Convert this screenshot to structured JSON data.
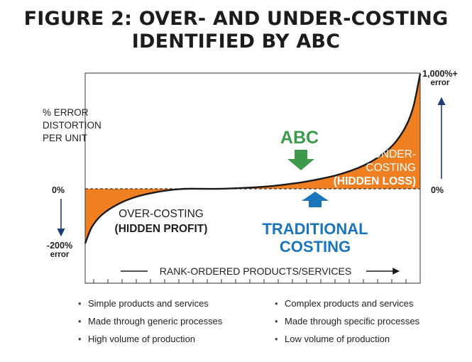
{
  "title_line1": "FIGURE 2: OVER- AND UNDER-COSTING",
  "title_line2": "IDENTIFIED BY ABC",
  "y_label": [
    "% ERROR",
    "DISTORTION",
    "PER UNIT"
  ],
  "left_axis": {
    "zero": "0%",
    "min_value": "-200%",
    "min_unit": "error"
  },
  "right_axis": {
    "zero": "0%",
    "max_value": "1,000%+",
    "max_unit": "error"
  },
  "x_axis_label": "RANK-ORDERED PRODUCTS/SERVICES",
  "annotations": {
    "abc": "ABC",
    "traditional_1": "TRADITIONAL",
    "traditional_2": "COSTING",
    "over_1": "OVER-COSTING",
    "over_2": "(HIDDEN PROFIT)",
    "under_1": "UNDER-",
    "under_2": "COSTING",
    "under_3": "(HIDDEN LOSS)"
  },
  "bullets_left": [
    "Simple products and services",
    "Made through generic processes",
    "High volume of production"
  ],
  "bullets_right": [
    "Complex products and services",
    "Made through specific processes",
    "Low volume of production"
  ],
  "colors": {
    "fill": "#f07f22",
    "abc_green": "#3c9a4a",
    "traditional_blue": "#1b75bc",
    "axis_blue": "#1e3a72",
    "curve": "#1a1a1a"
  },
  "chart_data": {
    "type": "area",
    "title": "FIGURE 2: OVER- AND UNDER-COSTING IDENTIFIED BY ABC",
    "xlabel": "RANK-ORDERED PRODUCTS/SERVICES",
    "ylabel": "% ERROR DISTORTION PER UNIT",
    "x": [
      0,
      0.02,
      0.05,
      0.1,
      0.15,
      0.2,
      0.25,
      0.3,
      0.35,
      0.4,
      0.45,
      0.5,
      0.55,
      0.6,
      0.65,
      0.7,
      0.75,
      0.8,
      0.85,
      0.9,
      0.93,
      0.96,
      0.98,
      1.0
    ],
    "series": [
      {
        "name": "ABC",
        "values": [
          -200,
          -140,
          -95,
          -55,
          -30,
          -15,
          -5,
          0,
          0,
          0,
          5,
          12,
          22,
          38,
          58,
          85,
          118,
          165,
          230,
          330,
          420,
          560,
          720,
          1000
        ]
      },
      {
        "name": "TRADITIONAL COSTING",
        "values": [
          0,
          0,
          0,
          0,
          0,
          0,
          0,
          0,
          0,
          0,
          0,
          0,
          0,
          0,
          0,
          0,
          0,
          0,
          0,
          0,
          0,
          0,
          0,
          0
        ]
      }
    ],
    "ylim": [
      -200,
      1000
    ]
  }
}
